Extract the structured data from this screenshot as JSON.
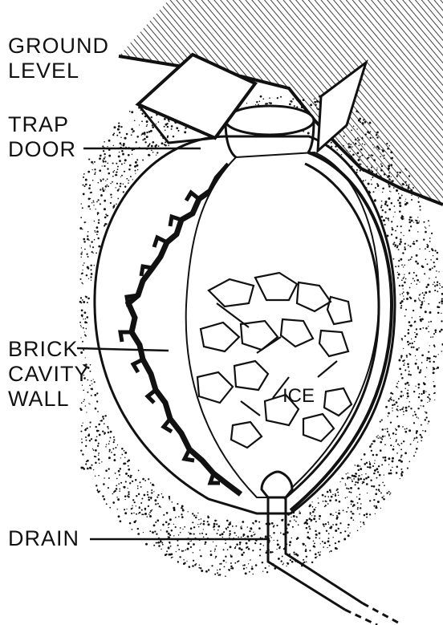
{
  "labels": {
    "ground_line1": "GROUND",
    "ground_line2": "LEVEL",
    "trap_line1": "TRAP",
    "trap_line2": "DOOR",
    "brick_line1": "BRICK",
    "brick_line2": "CAVITY",
    "brick_line3": "WALL",
    "drain": "DRAIN",
    "ice": "ICE"
  },
  "colors": {
    "ink": "#111111",
    "paper": "#ffffff"
  }
}
